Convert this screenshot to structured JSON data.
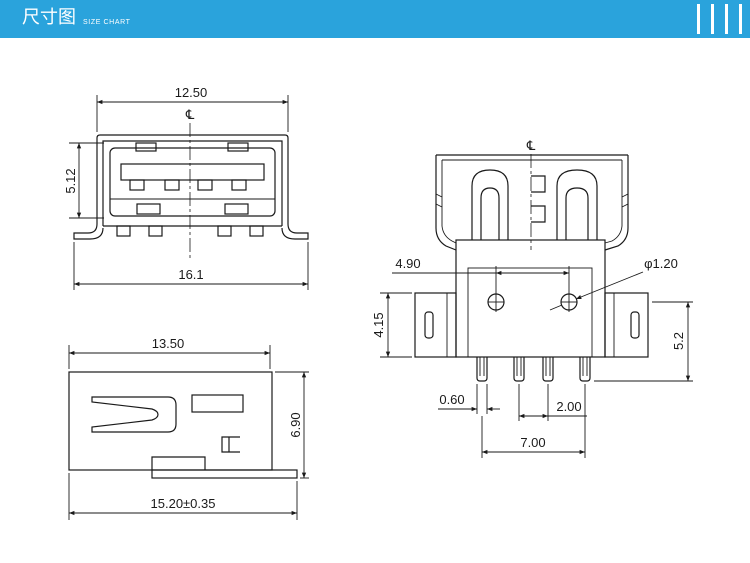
{
  "header": {
    "title": "尺寸图",
    "subtitle": "SIZE CHART"
  },
  "front_view": {
    "centerline_symbol": "℄",
    "body_width": "12.50",
    "body_height": "5.12",
    "overall_width": "16.1"
  },
  "side_view": {
    "body_length": "13.50",
    "overall_height": "6.90",
    "overall_length": "15.20±0.35"
  },
  "footprint_view": {
    "centerline_symbol": "℄",
    "hole_spacing": "4.90",
    "hole_diameter": "φ1.20",
    "flange_height": "4.15",
    "hole_to_pin_end": "5.2",
    "pin_width": "0.60",
    "inner_pin_pitch": "2.00",
    "outer_pin_span": "7.00"
  },
  "colors": {
    "header_background": "#2aa3dc",
    "header_text": "#ffffff",
    "drawing_line": "#1a1a1a"
  }
}
